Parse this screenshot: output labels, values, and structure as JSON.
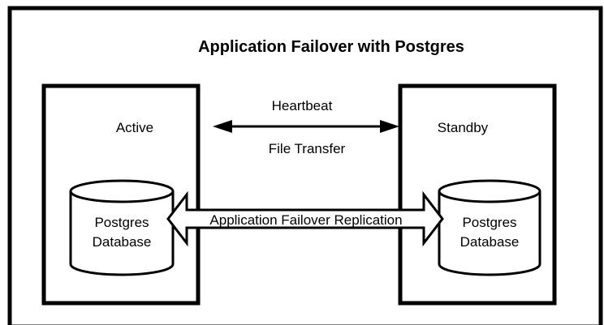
{
  "title": "Application Failover with Postgres",
  "nodes": {
    "active": {
      "label": "Active",
      "database_line1": "Postgres",
      "database_line2": "Database"
    },
    "standby": {
      "label": "Standby",
      "database_line1": "Postgres",
      "database_line2": "Database"
    }
  },
  "connections": {
    "heartbeat": "Heartbeat",
    "file_transfer": "File Transfer",
    "replication": "Application Failover Replication"
  },
  "colors": {
    "line": "#000000",
    "background": "#ffffff"
  }
}
